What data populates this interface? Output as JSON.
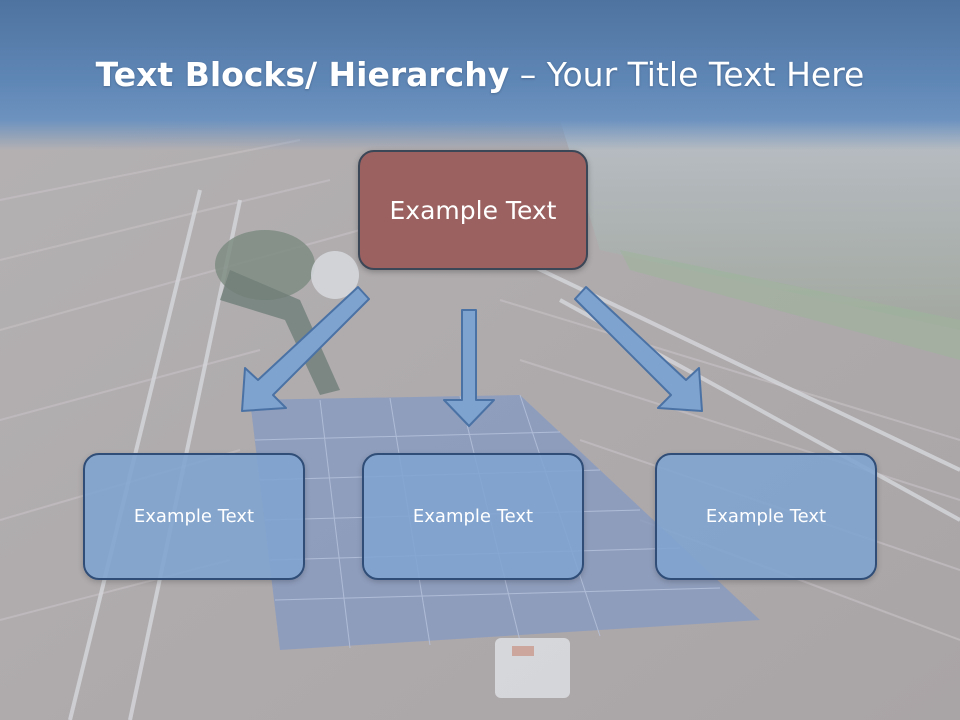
{
  "slide": {
    "title_bold": "Text Blocks/ Hierarchy",
    "title_rest": " – Your Title Text Here"
  },
  "hierarchy": {
    "top_box": "Example Text",
    "child_boxes": [
      "Example Text",
      "Example Text",
      "Example Text"
    ]
  },
  "colors": {
    "title_band": "#5b80ad",
    "top_box_fill": "#9a6160",
    "child_box_fill": "#87a8d1",
    "child_box_border": "#2f4d76",
    "arrow_fill": "#7fa3cf"
  }
}
